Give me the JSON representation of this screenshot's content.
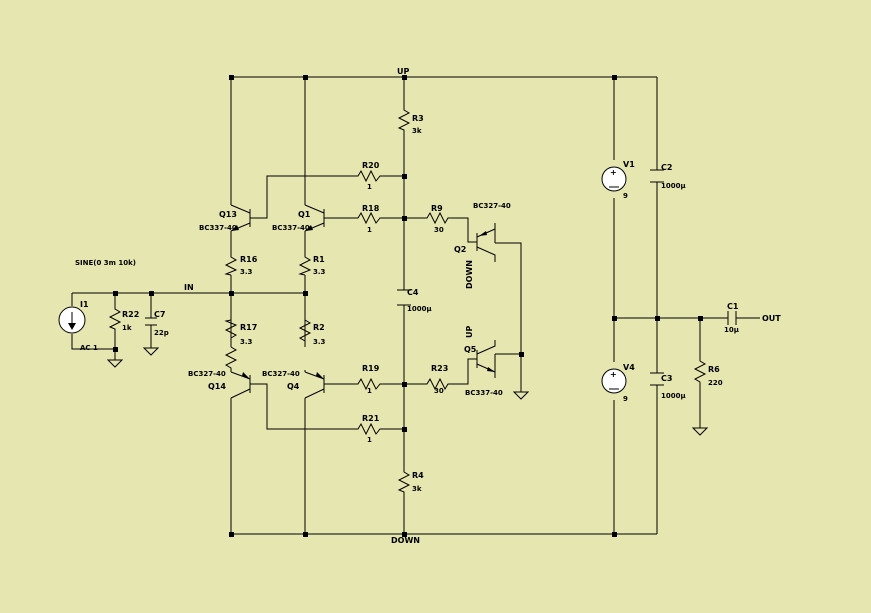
{
  "nets": {
    "up": "UP",
    "down": "DOWN",
    "in": "IN",
    "out": "OUT"
  },
  "resistors": {
    "R3": {
      "name": "R3",
      "value": "3k"
    },
    "R4": {
      "name": "R4",
      "value": "3k"
    },
    "R20": {
      "name": "R20",
      "value": "1"
    },
    "R18": {
      "name": "R18",
      "value": "1"
    },
    "R19": {
      "name": "R19",
      "value": "1"
    },
    "R21": {
      "name": "R21",
      "value": "1"
    },
    "R9": {
      "name": "R9",
      "value": "30"
    },
    "R23": {
      "name": "R23",
      "value": "30"
    },
    "R16": {
      "name": "R16",
      "value": "3.3"
    },
    "R1": {
      "name": "R1",
      "value": "3.3"
    },
    "R17": {
      "name": "R17",
      "value": "3.3"
    },
    "R2": {
      "name": "R2",
      "value": "3.3"
    },
    "R22": {
      "name": "R22",
      "value": "1k"
    },
    "R6": {
      "name": "R6",
      "value": "220"
    }
  },
  "capacitors": {
    "C4": {
      "name": "C4",
      "value": "1000µ"
    },
    "C2": {
      "name": "C2",
      "value": "1000µ"
    },
    "C3": {
      "name": "C3",
      "value": "1000µ"
    },
    "C1": {
      "name": "C1",
      "value": "10µ"
    },
    "C7": {
      "name": "C7",
      "value": "22p"
    }
  },
  "transistors": {
    "Q13": {
      "name": "Q13",
      "model": "BC337-40"
    },
    "Q1": {
      "name": "Q1",
      "model": "BC337-40"
    },
    "Q14": {
      "name": "Q14",
      "model": "BC327-40"
    },
    "Q4": {
      "name": "Q4",
      "model": "BC327-40"
    },
    "Q2": {
      "name": "Q2",
      "model": "BC327-40"
    },
    "Q5": {
      "name": "Q5",
      "model": "BC337-40"
    }
  },
  "sources": {
    "V1": {
      "name": "V1",
      "value": "9"
    },
    "V4": {
      "name": "V4",
      "value": "9"
    },
    "I1": {
      "name": "I1",
      "spec": "SINE(0 3m 10k)",
      "ac": "AC 1"
    }
  },
  "colors": {
    "background": "#e6e6b0",
    "wire": "#000000",
    "source_fill": "#ffffff"
  }
}
